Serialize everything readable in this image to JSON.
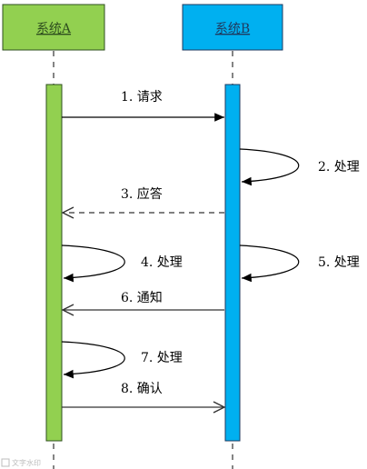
{
  "actors": {
    "a": {
      "label": "系统A",
      "color": "#92d050",
      "line_color": "#2f4f1f"
    },
    "b": {
      "label": "系统B",
      "color": "#00b0f0",
      "line_color": "#1f3a5f"
    }
  },
  "messages": [
    {
      "id": "m1",
      "label": "1. 请求"
    },
    {
      "id": "m2",
      "label": "2. 处理"
    },
    {
      "id": "m3",
      "label": "3. 应答"
    },
    {
      "id": "m4",
      "label": "4. 处理"
    },
    {
      "id": "m5",
      "label": "5. 处理"
    },
    {
      "id": "m6",
      "label": "6. 通知"
    },
    {
      "id": "m7",
      "label": "7. 处理"
    },
    {
      "id": "m8",
      "label": "8. 确认"
    }
  ],
  "watermark": "文字水印"
}
